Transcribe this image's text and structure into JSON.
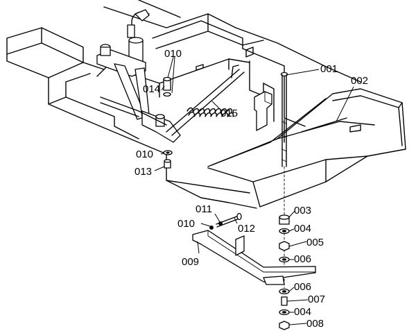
{
  "diagram": {
    "callouts": [
      {
        "id": "c001",
        "text": "001"
      },
      {
        "id": "c002",
        "text": "002"
      },
      {
        "id": "c003",
        "text": "003"
      },
      {
        "id": "c004a",
        "text": "004"
      },
      {
        "id": "c005",
        "text": "005"
      },
      {
        "id": "c006a",
        "text": "006"
      },
      {
        "id": "c006b",
        "text": "006"
      },
      {
        "id": "c007",
        "text": "007"
      },
      {
        "id": "c004b",
        "text": "004"
      },
      {
        "id": "c008",
        "text": "008"
      },
      {
        "id": "c009",
        "text": "009"
      },
      {
        "id": "c010a",
        "text": "010"
      },
      {
        "id": "c010b",
        "text": "010"
      },
      {
        "id": "c010c",
        "text": "010"
      },
      {
        "id": "c011",
        "text": "011"
      },
      {
        "id": "c012",
        "text": "012"
      },
      {
        "id": "c013",
        "text": "013"
      },
      {
        "id": "c014",
        "text": "014"
      },
      {
        "id": "c015",
        "text": "015"
      }
    ]
  }
}
